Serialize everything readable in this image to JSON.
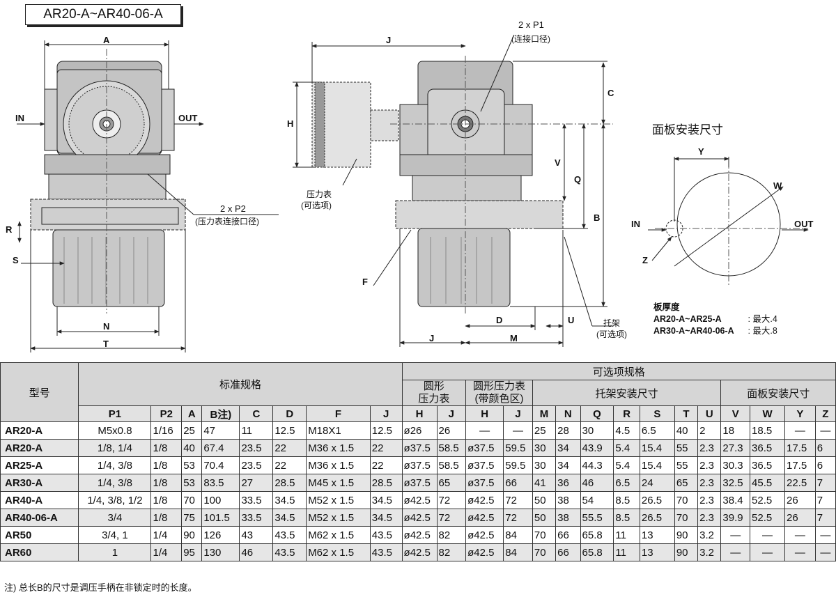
{
  "figure_title": "AR20-A~AR40-06-A",
  "labels": {
    "A": "A",
    "IN": "IN",
    "OUT": "OUT",
    "R": "R",
    "S": "S",
    "N": "N",
    "T": "T",
    "p2_count": "2 x P2",
    "p2_desc": "(压力表连接口径)",
    "J_top": "J",
    "H": "H",
    "gauge": "压力表",
    "gauge_opt": "(可选项)",
    "p1_count": "2 x P1",
    "p1_desc": "(连接口径)",
    "C": "C",
    "V": "V",
    "Q": "Q",
    "B": "B",
    "F": "F",
    "D": "D",
    "U": "U",
    "J_bottom": "J",
    "M": "M",
    "bracket": "托架",
    "bracket_opt": "(可选项)"
  },
  "panel": {
    "title": "面板安装尺寸",
    "Y": "Y",
    "W": "W",
    "Z": "Z",
    "IN": "IN",
    "OUT": "OUT",
    "thickness_title": "板厚度",
    "thickness": [
      {
        "model": "AR20-A~AR25-A",
        "value": ": 最大.4"
      },
      {
        "model": "AR30-A~AR40-06-A",
        "value": ": 最大.8"
      }
    ]
  },
  "table": {
    "model_header": "型号",
    "standard_header": "标准规格",
    "optional_header": "可选项规格",
    "round_gauge": [
      "圆形",
      "压力表"
    ],
    "round_gauge_color": [
      "圆形压力表",
      "(带颜色区)"
    ],
    "bracket_mount": "托架安装尺寸",
    "panel_mount": "面板安装尺寸",
    "columns": [
      "P1",
      "P2",
      "A",
      "B注)",
      "C",
      "D",
      "F",
      "J",
      "H",
      "J",
      "H",
      "J",
      "M",
      "N",
      "Q",
      "R",
      "S",
      "T",
      "U",
      "V",
      "W",
      "Y",
      "Z"
    ],
    "rows": [
      [
        "AR20-A",
        "M5x0.8",
        "1/16",
        "25",
        "47",
        "11",
        "12.5",
        "M18X1",
        "12.5",
        "ø26",
        "26",
        "—",
        "—",
        "25",
        "28",
        "30",
        "4.5",
        "6.5",
        "40",
        "2",
        "18",
        "18.5",
        "—",
        "—"
      ],
      [
        "AR20-A",
        "1/8, 1/4",
        "1/8",
        "40",
        "67.4",
        "23.5",
        "22",
        "M36 x 1.5",
        "22",
        "ø37.5",
        "58.5",
        "ø37.5",
        "59.5",
        "30",
        "34",
        "43.9",
        "5.4",
        "15.4",
        "55",
        "2.3",
        "27.3",
        "36.5",
        "17.5",
        "6"
      ],
      [
        "AR25-A",
        "1/4, 3/8",
        "1/8",
        "53",
        "70.4",
        "23.5",
        "22",
        "M36 x 1.5",
        "22",
        "ø37.5",
        "58.5",
        "ø37.5",
        "59.5",
        "30",
        "34",
        "44.3",
        "5.4",
        "15.4",
        "55",
        "2.3",
        "30.3",
        "36.5",
        "17.5",
        "6"
      ],
      [
        "AR30-A",
        "1/4, 3/8",
        "1/8",
        "53",
        "83.5",
        "27",
        "28.5",
        "M45 x 1.5",
        "28.5",
        "ø37.5",
        "65",
        "ø37.5",
        "66",
        "41",
        "36",
        "46",
        "6.5",
        "24",
        "65",
        "2.3",
        "32.5",
        "45.5",
        "22.5",
        "7"
      ],
      [
        "AR40-A",
        "1/4, 3/8, 1/2",
        "1/8",
        "70",
        "100",
        "33.5",
        "34.5",
        "M52 x 1.5",
        "34.5",
        "ø42.5",
        "72",
        "ø42.5",
        "72",
        "50",
        "38",
        "54",
        "8.5",
        "26.5",
        "70",
        "2.3",
        "38.4",
        "52.5",
        "26",
        "7"
      ],
      [
        "AR40-06-A",
        "3/4",
        "1/8",
        "75",
        "101.5",
        "33.5",
        "34.5",
        "M52 x 1.5",
        "34.5",
        "ø42.5",
        "72",
        "ø42.5",
        "72",
        "50",
        "38",
        "55.5",
        "8.5",
        "26.5",
        "70",
        "2.3",
        "39.9",
        "52.5",
        "26",
        "7"
      ],
      [
        "AR50",
        "3/4, 1",
        "1/4",
        "90",
        "126",
        "43",
        "43.5",
        "M62 x 1.5",
        "43.5",
        "ø42.5",
        "82",
        "ø42.5",
        "84",
        "70",
        "66",
        "65.8",
        "11",
        "13",
        "90",
        "3.2",
        "—",
        "—",
        "—",
        "—"
      ],
      [
        "AR60",
        "1",
        "1/4",
        "95",
        "130",
        "46",
        "43.5",
        "M62 x 1.5",
        "43.5",
        "ø42.5",
        "82",
        "ø42.5",
        "84",
        "70",
        "66",
        "65.8",
        "11",
        "13",
        "90",
        "3.2",
        "—",
        "—",
        "—",
        "—"
      ]
    ],
    "footnote": "注) 总长B的尺寸是调压手柄在非锁定时的长度。"
  }
}
